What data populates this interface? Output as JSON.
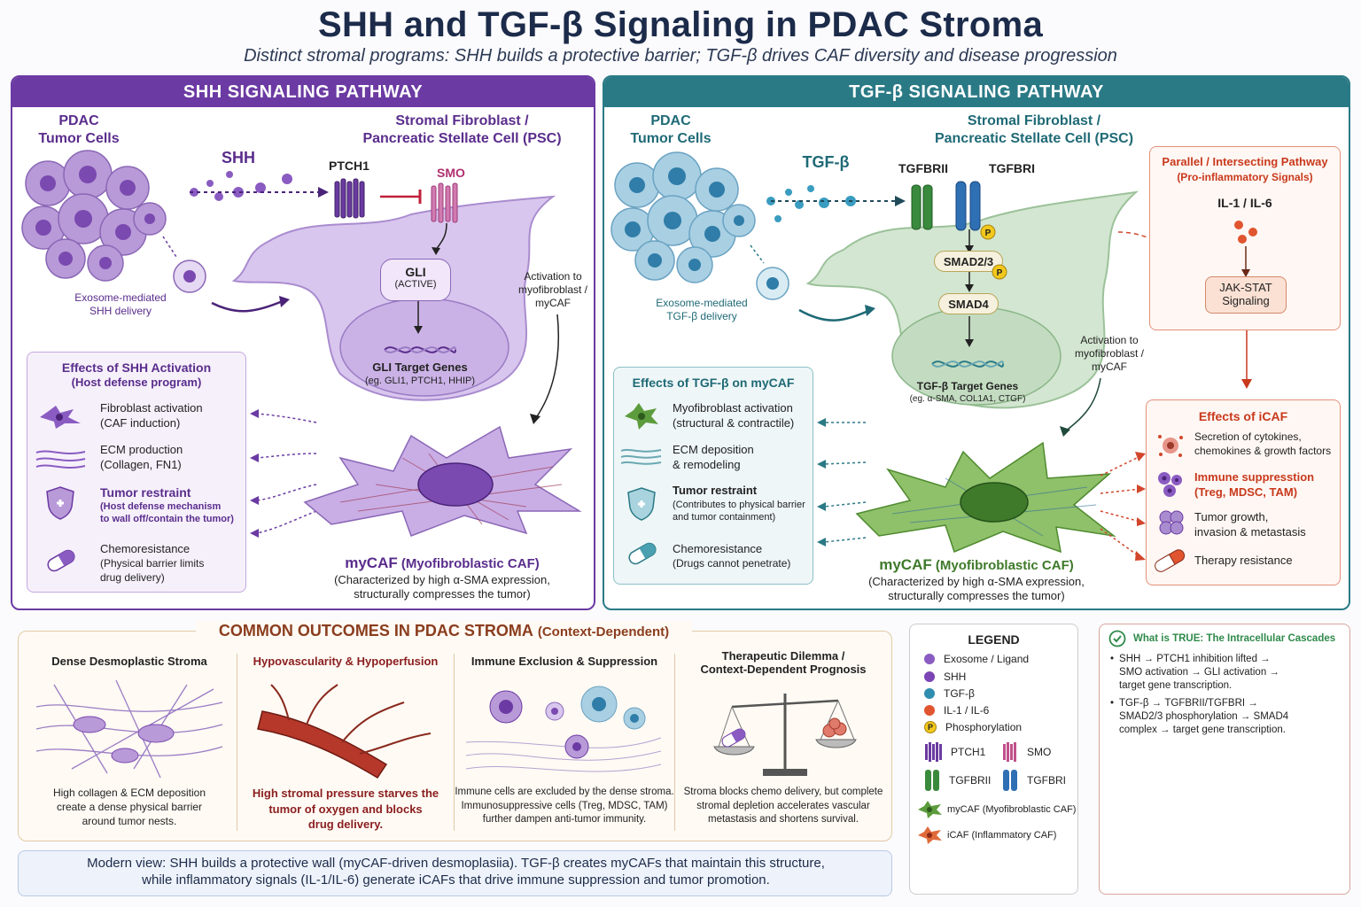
{
  "header": {
    "title": "SHH and TGF-β Signaling in PDAC Stroma",
    "subtitle": "Distinct stromal programs: SHH builds a protective barrier; TGF-β drives CAF diversity and disease progression"
  },
  "shh_panel": {
    "heading": "SHH SIGNALING PATHWAY",
    "tumor_label": "PDAC\nTumor Cells",
    "ligand_label": "SHH",
    "fibroblast_label": "Stromal Fibroblast /\nPancreatic Stellate Cell (PSC)",
    "receptor1": "PTCH1",
    "receptor2": "SMO",
    "gli_label": "GLI",
    "gli_state": "(ACTIVE)",
    "target_genes": "GLI Target Genes",
    "target_examples": "(eg. GLI1, PTCH1, HHIP)",
    "exosome_label": "Exosome-mediated\nSHH delivery",
    "activation_label": "Activation to\nmyofibroblast /\nmyCAF",
    "mycaf_name": "myCAF",
    "mycaf_full": "(Myofibroblastic CAF)",
    "mycaf_desc": "(Characterized by high α-SMA expression,\nstructurally compresses the tumor)",
    "effects": {
      "title": "Effects of SHH Activation",
      "subtitle": "(Host defense program)",
      "items": [
        {
          "head": "Fibroblast activation",
          "sub": "(CAF induction)"
        },
        {
          "head": "ECM production",
          "sub": "(Collagen, FN1)"
        },
        {
          "head": "Tumor restraint",
          "sub": "(Host defense mechanism\nto wall off/contain the tumor)"
        },
        {
          "head": "Chemoresistance",
          "sub": "(Physical barrier limits\ndrug delivery)"
        }
      ]
    }
  },
  "tgf_panel": {
    "heading": "TGF-β SIGNALING PATHWAY",
    "tumor_label": "PDAC\nTumor Cells",
    "ligand_label": "TGF-β",
    "fibroblast_label": "Stromal Fibroblast /\nPancreatic Stellate Cell (PSC)",
    "receptor1": "TGFBRII",
    "receptor2": "TGFBRI",
    "smad23": "SMAD2/3",
    "smad4": "SMAD4",
    "phospho": "P",
    "target_genes": "TGF-β Target Genes",
    "target_examples": "(eg. α-SMA, COL1A1, CTGF)",
    "exosome_label": "Exosome-mediated\nTGF-β delivery",
    "activation_label": "Activation to\nmyofibroblast /\nmyCAF",
    "mycaf_name": "myCAF",
    "mycaf_full": "(Myofibroblastic CAF)",
    "mycaf_desc": "(Characterized by high α-SMA expression,\nstructurally compresses the tumor)",
    "effects": {
      "title": "Effects of TGF-β on myCAF",
      "items": [
        {
          "head": "Myofibroblast activation",
          "sub": "(structural & contractile)"
        },
        {
          "head": "ECM deposition",
          "sub": "& remodeling"
        },
        {
          "head": "Tumor restraint",
          "sub": "(Contributes to physical barrier\nand tumor containment)"
        },
        {
          "head": "Chemoresistance",
          "sub": "(Drugs cannot penetrate)"
        }
      ]
    },
    "parallel": {
      "title": "Parallel / Intersecting Pathway",
      "subtitle": "(Pro-inflammatory Signals)",
      "ligand": "IL-1 / IL-6",
      "signal": "JAK-STAT\nSignaling"
    },
    "icaf_effects": {
      "title": "Effects of iCAF",
      "items": [
        {
          "text": "Secretion of cytokines,\nchemokines & growth factors",
          "highlight": false
        },
        {
          "text": "Immune suppresstion\n(Treg, MDSC, TAM)",
          "highlight": true
        },
        {
          "text": "Tumor growth,\ninvasion & metastasis",
          "highlight": false
        },
        {
          "text": "Therapy resistance",
          "highlight": false
        }
      ]
    }
  },
  "outcomes": {
    "heading": "COMMON OUTCOMES IN PDAC STROMA",
    "heading_note": "(Context-Dependent)",
    "columns": [
      {
        "title": "Dense Desmoplastic Stroma",
        "text": "High collagen & ECM deposition\ncreate a dense physical barrier\naround tumor nests."
      },
      {
        "title": "Hypovascularity & Hypoperfusion",
        "text": "High stromal pressure starves the\ntumor of oxygen and blocks\ndrug delivery."
      },
      {
        "title": "Immune Exclusion & Suppression",
        "text": "Immune cells are excluded by the dense stroma.\nImmunosuppressive cells (Treg, MDSC, TAM)\nfurther dampen anti-tumor immunity."
      },
      {
        "title": "Therapeutic Dilemma /\nContext-Dependent Prognosis",
        "text": "Stroma blocks chemo delivery, but complete\nstromal depletion accelerates vascular\nmetastasis and shortens survival."
      }
    ]
  },
  "summary": "Modern view: SHH builds a protective wall (myCAF-driven desmoplasiia). TGF-β creates myCAFs that maintain this structure,\nwhile inflammatory signals (IL-1/IL-6) generate iCAFs that drive immune suppression and tumor promotion.",
  "legend": {
    "title": "LEGEND",
    "items": [
      {
        "label": "Exosome / Ligand",
        "color": "#8a5cc2"
      },
      {
        "label": "SHH",
        "color": "#7b45b5"
      },
      {
        "label": "TGF-β",
        "color": "#2f8db0"
      },
      {
        "label": "IL-1 / IL-6",
        "color": "#e0552f"
      },
      {
        "label": "Phosphorylation",
        "color": "#f2c81c"
      }
    ],
    "receptors": [
      {
        "label": "PTCH1",
        "color": "#6a3aa0"
      },
      {
        "label": "SMO",
        "color": "#c0508a"
      },
      {
        "label": "TGFBRII",
        "color": "#3a8a3e"
      },
      {
        "label": "TGFBRI",
        "color": "#2f6fb3"
      }
    ],
    "cells": [
      {
        "label": "myCAF (Myofibroblastic CAF)",
        "color": "#5d9c3d"
      },
      {
        "label": "iCAF (Inflammatory CAF)",
        "color": "#e06a3a"
      }
    ]
  },
  "truth_box": {
    "title": "What is TRUE: The Intracellular Cascades",
    "bullets": [
      "SHH → PTCH1 inhibition lifted →\nSMO activation → GLI activation →\ntarget gene transcription.",
      "TGF-β → TGFBRII/TGFBRI →\nSMAD2/3 phosphorylation → SMAD4\ncomplex → target gene transcription."
    ]
  },
  "colors": {
    "shh": "#6b3aa3",
    "tgf": "#2a7a86",
    "icaf": "#d2462c",
    "outcome": "#8a3d1e"
  }
}
